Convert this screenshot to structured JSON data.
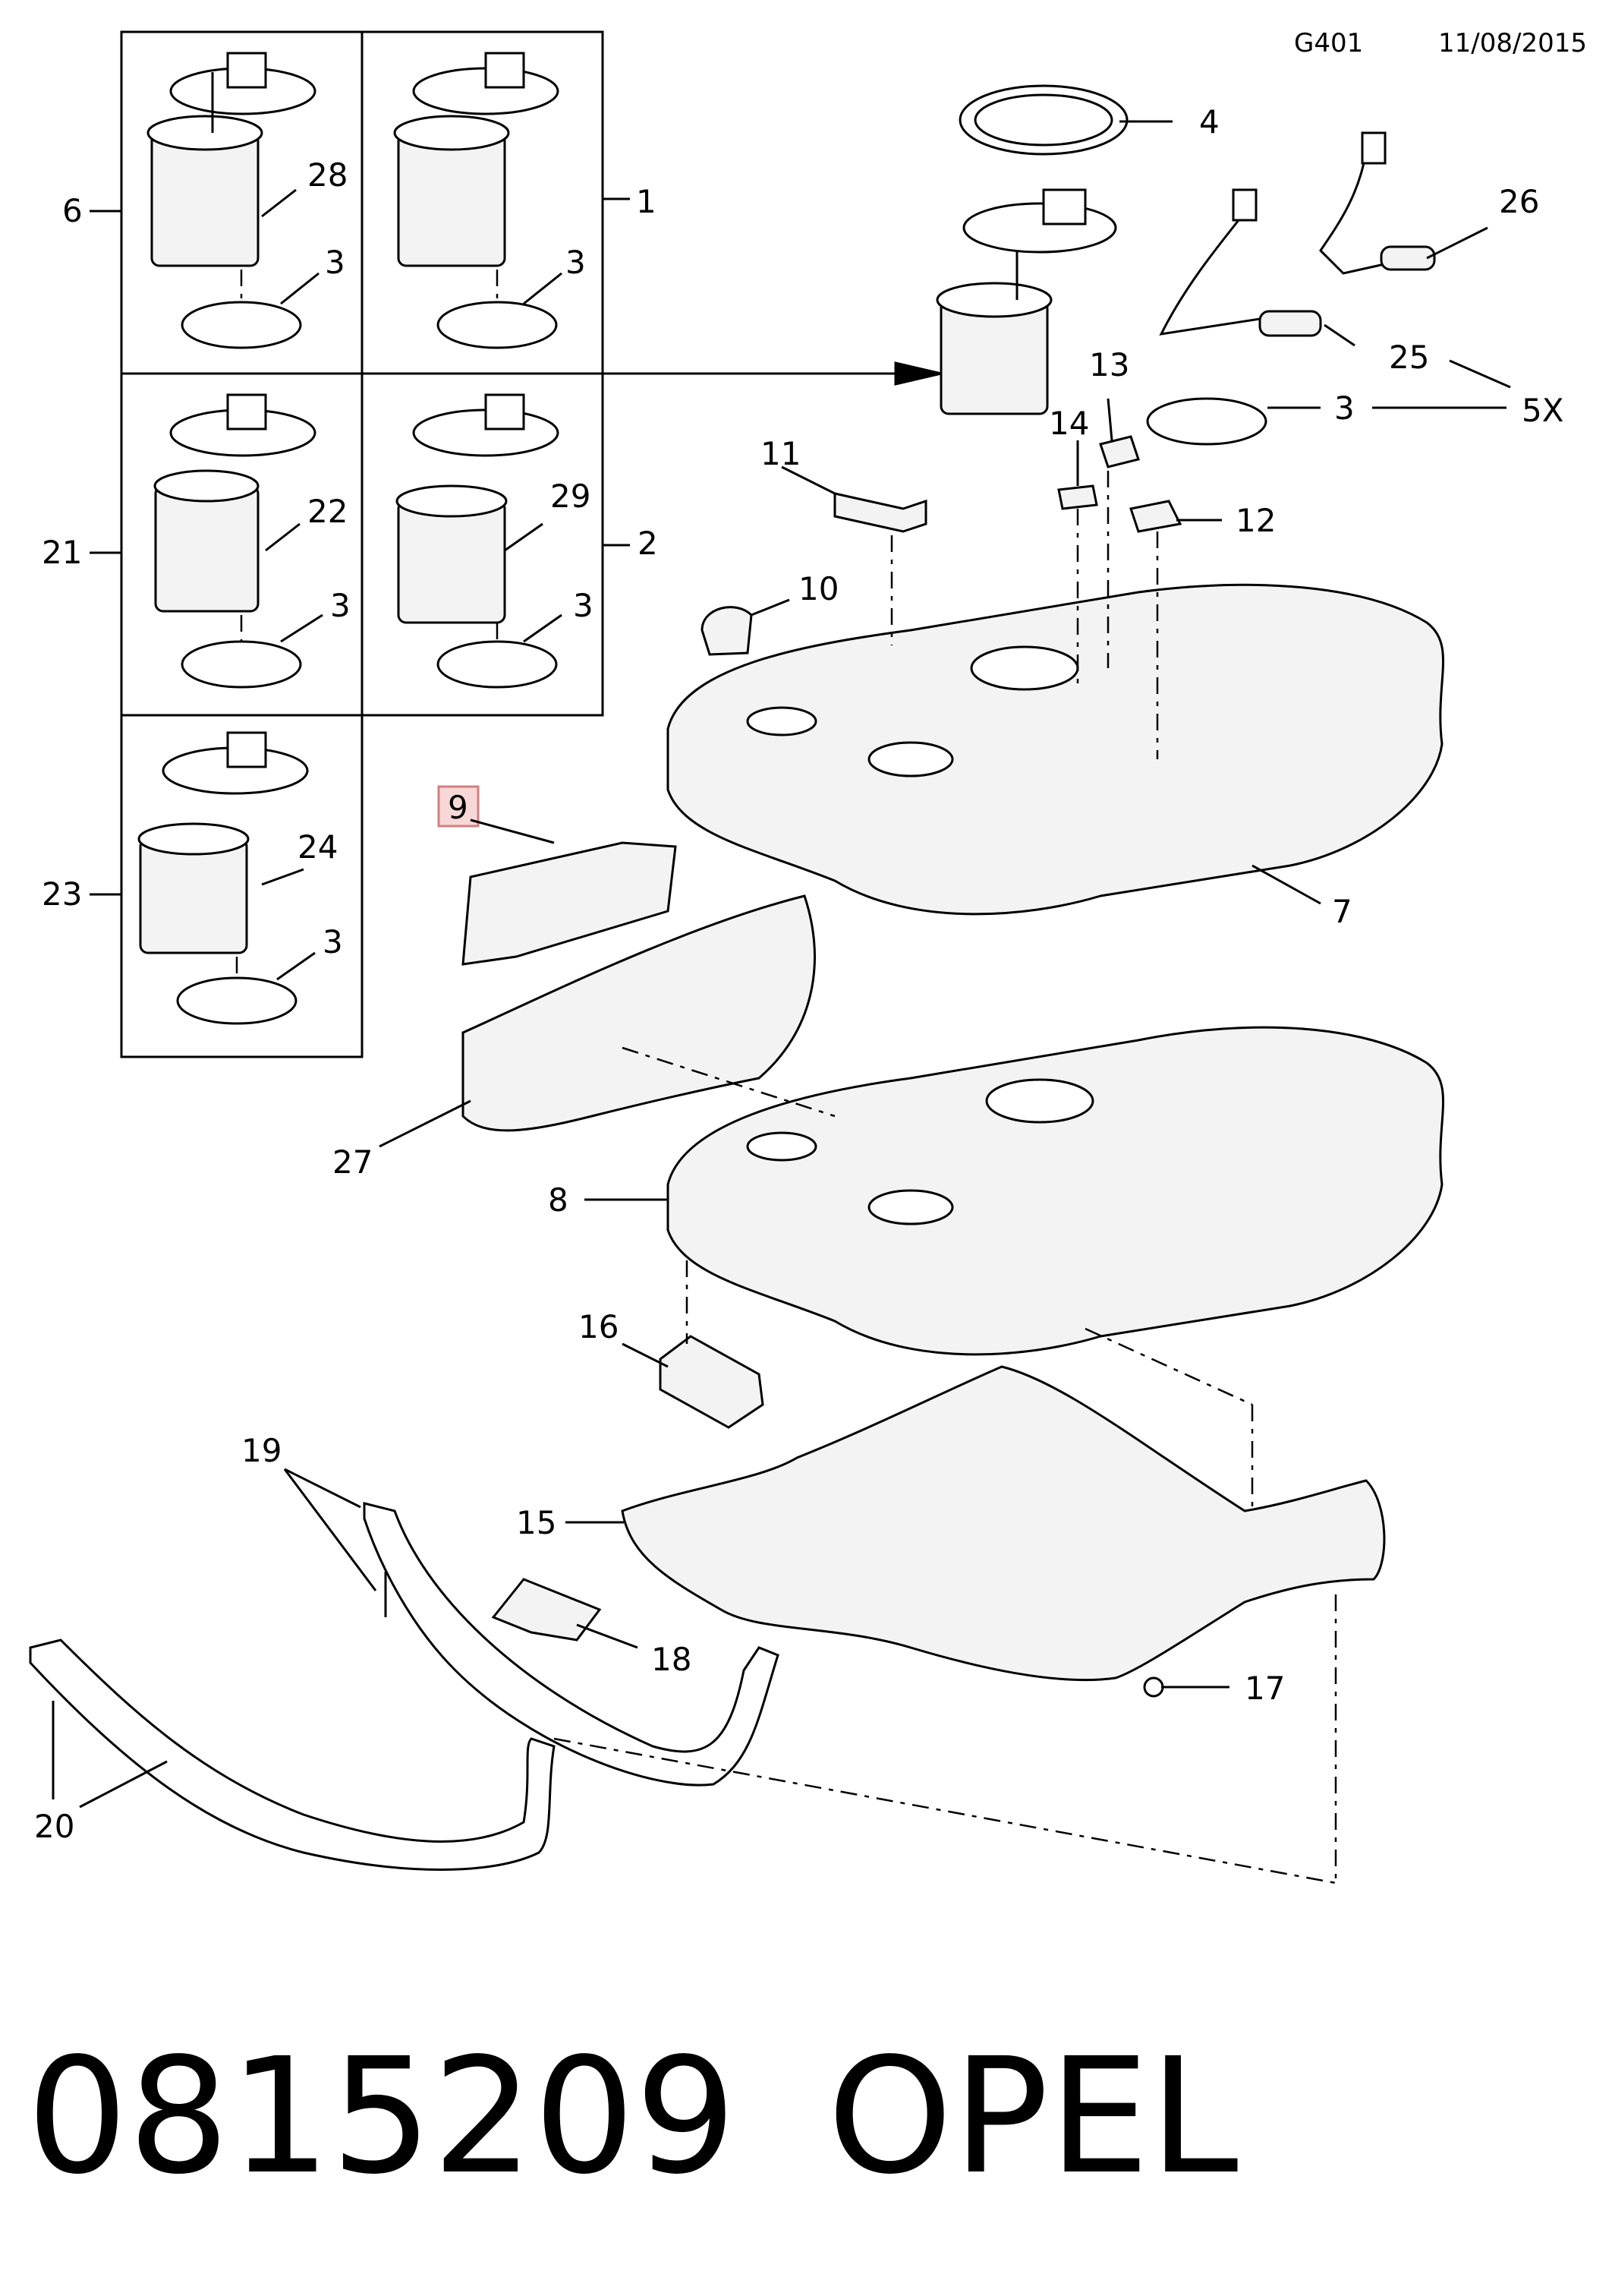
{
  "header": {
    "code": "G401",
    "date": "11/08/2015"
  },
  "callouts": {
    "c1": "1",
    "c2": "2",
    "c3": "3",
    "c4": "4",
    "c5x": "5X",
    "c6": "6",
    "c7": "7",
    "c8": "8",
    "c9": "9",
    "c10": "10",
    "c11": "11",
    "c12": "12",
    "c13": "13",
    "c14": "14",
    "c15": "15",
    "c16": "16",
    "c17": "17",
    "c18": "18",
    "c19": "19",
    "c20": "20",
    "c21": "21",
    "c22": "22",
    "c23": "23",
    "c24": "24",
    "c25": "25",
    "c26": "26",
    "c27": "27",
    "c28": "28",
    "c29": "29"
  },
  "highlight_color": "#f8d7d7",
  "footer": {
    "part_number": "0815209",
    "brand": "OPEL"
  }
}
